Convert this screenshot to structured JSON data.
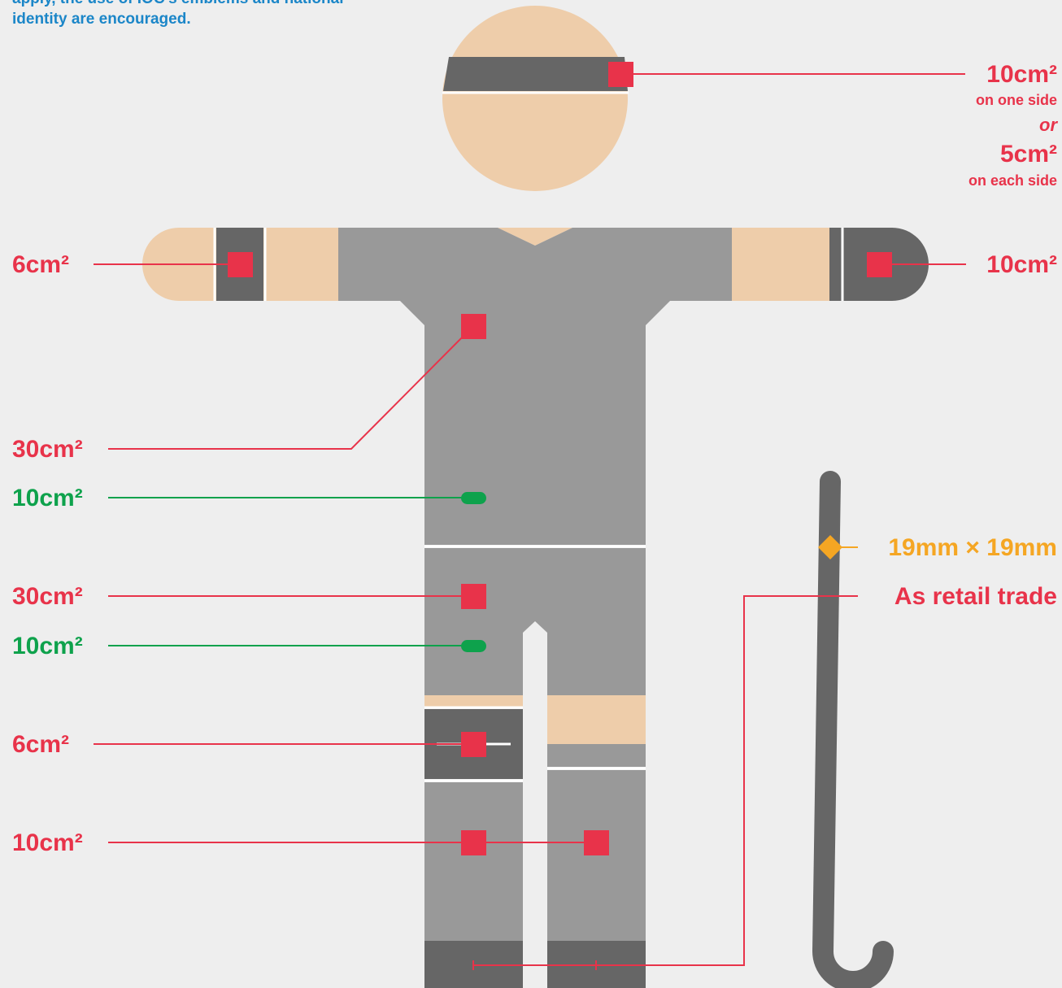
{
  "intro_text": "apply, the use of IOC's emblems and national identity are encouraged.",
  "colors": {
    "background": "#eeeeee",
    "skin": "#eecdaa",
    "kit_grey": "#999999",
    "band_dark": "#666666",
    "marker_red": "#e8334a",
    "marker_green": "#0ea24c",
    "marker_orange": "#f5a623",
    "intro_blue": "#1b86c8"
  },
  "headband": {
    "area": "10cm²",
    "note_one_side": "on one side",
    "or": "or",
    "area_alt": "5cm²",
    "note_each_side": "on each side"
  },
  "wristband_left": {
    "area": "6cm²"
  },
  "wristband_right": {
    "area": "10cm²"
  },
  "shirt_chest": {
    "area": "30cm²"
  },
  "shirt_maker": {
    "area": "10cm²"
  },
  "shorts": {
    "area": "30cm²"
  },
  "shorts_maker": {
    "area": "10cm²"
  },
  "knee_band": {
    "area": "6cm²"
  },
  "socks": {
    "area": "10cm²"
  },
  "stick": {
    "area": "19mm × 19mm"
  },
  "shoes": {
    "rule": "As retail trade"
  }
}
